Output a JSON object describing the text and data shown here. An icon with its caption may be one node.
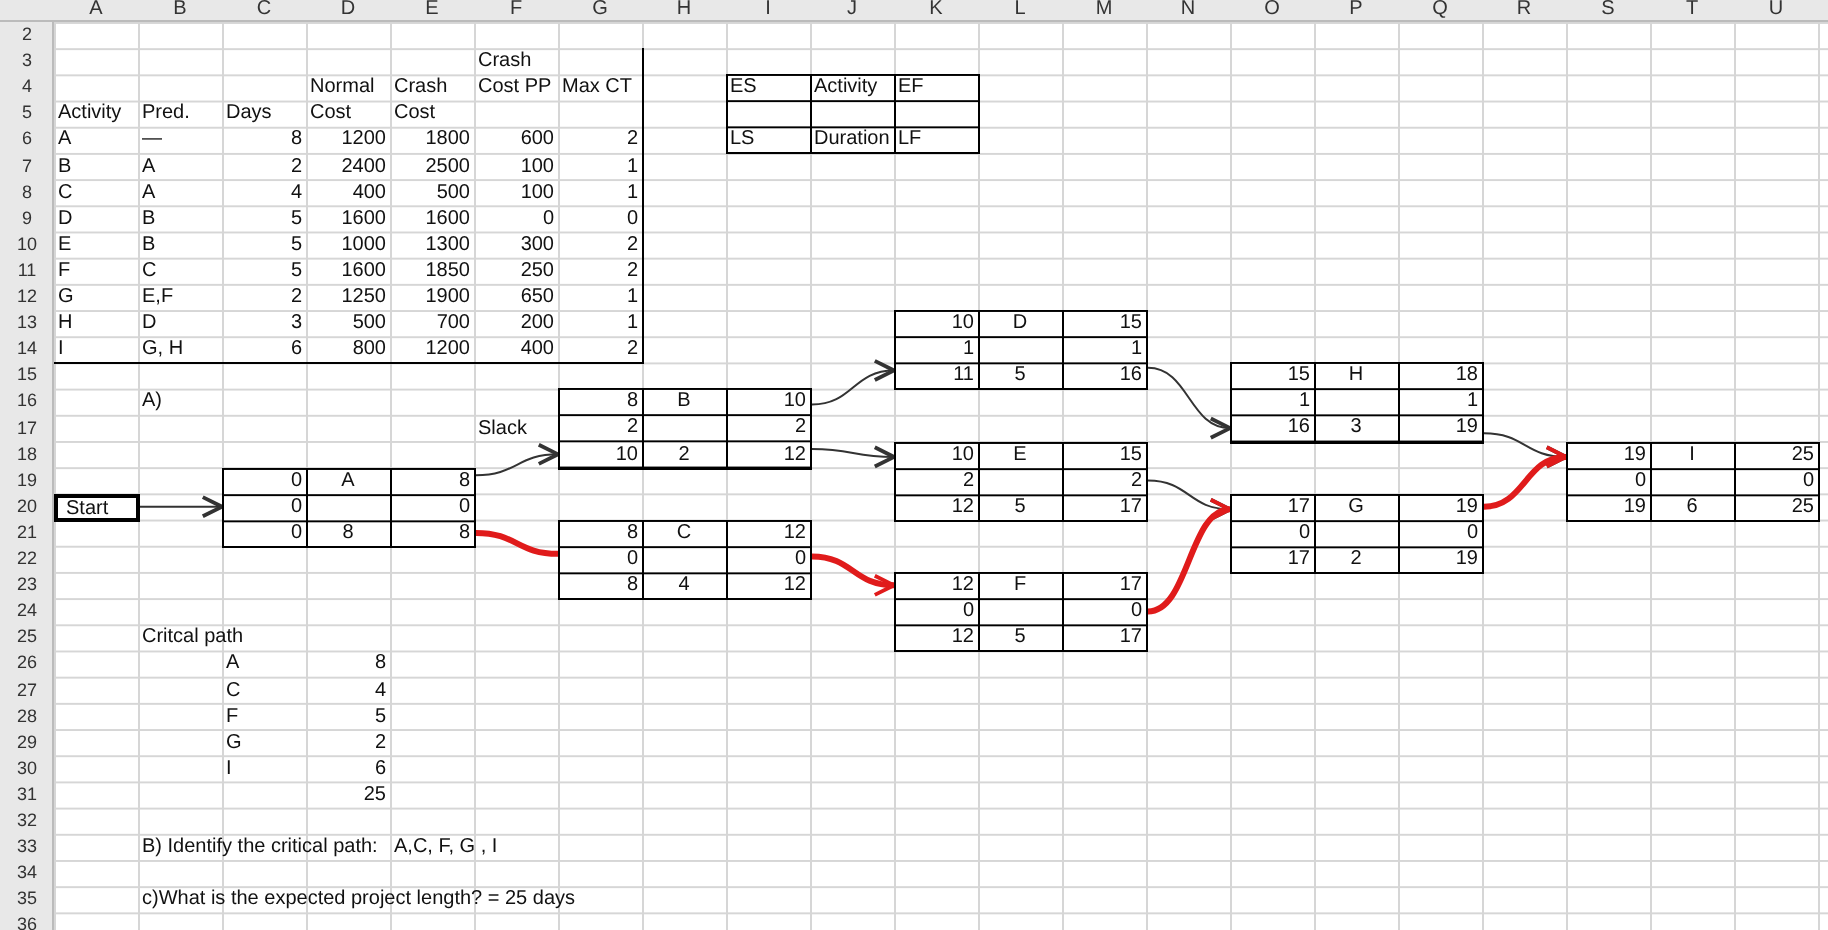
{
  "diagram": {
    "nodes": [
      {
        "text": [
          "ES",
          "Activity",
          "EF",
          "LS",
          "Duration",
          "LF"
        ]
      },
      {
        "text": [
          "Start"
        ]
      },
      {
        "text": [
          "0",
          "A",
          "8",
          "0",
          "0",
          "0",
          "8",
          "8"
        ]
      },
      {
        "text": [
          "8",
          "B",
          "10",
          "2",
          "2",
          "10",
          "2",
          "12"
        ]
      },
      {
        "text": [
          "8",
          "C",
          "12",
          "0",
          "0",
          "8",
          "4",
          "12"
        ]
      },
      {
        "text": [
          "10",
          "D",
          "15",
          "1",
          "1",
          "11",
          "5",
          "16"
        ]
      },
      {
        "text": [
          "10",
          "E",
          "15",
          "2",
          "2",
          "12",
          "5",
          "17"
        ]
      },
      {
        "text": [
          "12",
          "F",
          "17",
          "0",
          "0",
          "12",
          "5",
          "17"
        ]
      },
      {
        "text": [
          "15",
          "H",
          "18",
          "1",
          "1",
          "16",
          "3",
          "19"
        ]
      },
      {
        "text": [
          "17",
          "G",
          "19",
          "0",
          "0",
          "17",
          "2",
          "19"
        ]
      },
      {
        "text": [
          "19",
          "I",
          "25",
          "0",
          "0",
          "19",
          "6",
          "25"
        ]
      }
    ],
    "edges": [
      {
        "from": 1,
        "to": 2,
        "arrow": "to"
      },
      {
        "from": 2,
        "to": 3,
        "arrow": "to"
      },
      {
        "from": 2,
        "to": 4,
        "arrow": "none",
        "style": "thick",
        "color": "#e01b1b"
      },
      {
        "from": 3,
        "to": 5,
        "arrow": "to"
      },
      {
        "from": 3,
        "to": 6,
        "arrow": "to"
      },
      {
        "from": 4,
        "to": 7,
        "arrow": "to",
        "style": "thick",
        "color": "#e01b1b"
      },
      {
        "from": 5,
        "to": 8,
        "arrow": "to"
      },
      {
        "from": 6,
        "to": 9,
        "arrow": "to"
      },
      {
        "from": 7,
        "to": 9,
        "arrow": "to",
        "style": "thick",
        "color": "#e01b1b"
      },
      {
        "from": 8,
        "to": 10,
        "arrow": "to"
      },
      {
        "from": 9,
        "to": 10,
        "arrow": "to",
        "style": "thick",
        "color": "#e01b1b"
      }
    ],
    "labels": [
      "A",
      "B",
      "C",
      "D",
      "E",
      "F",
      "G",
      "H",
      "I",
      "J",
      "K",
      "L",
      "M",
      "N",
      "O",
      "P",
      "Q",
      "R",
      "S",
      "T",
      "U",
      "2",
      "3",
      "4",
      "5",
      "6",
      "7",
      "8",
      "9",
      "10",
      "11",
      "12",
      "13",
      "14",
      "15",
      "16",
      "17",
      "18",
      "19",
      "20",
      "21",
      "22",
      "23",
      "24",
      "25",
      "26",
      "27",
      "28",
      "29",
      "30",
      "31",
      "32",
      "33",
      "34",
      "35",
      "36",
      "Crash",
      "Normal",
      "Crash",
      "Cost PP",
      "Max CT",
      "Activity",
      "Pred.",
      "Days",
      "Cost",
      "Cost",
      "A",
      "—",
      "8",
      "1200",
      "1800",
      "600",
      "2",
      "B",
      "A",
      "2",
      "2400",
      "2500",
      "100",
      "1",
      "C",
      "A",
      "4",
      "400",
      "500",
      "100",
      "1",
      "D",
      "B",
      "5",
      "1600",
      "1600",
      "0",
      "0",
      "E",
      "B",
      "5",
      "1000",
      "1300",
      "300",
      "2",
      "F",
      "C",
      "5",
      "1600",
      "1850",
      "250",
      "2",
      "G",
      "E,F",
      "2",
      "1250",
      "1900",
      "650",
      "1",
      "H",
      "D",
      "3",
      "500",
      "700",
      "200",
      "1",
      "I",
      "G, H",
      "6",
      "800",
      "1200",
      "400",
      "2",
      "A)",
      "Slack",
      "Critcal path",
      "A",
      "8",
      "C",
      "4",
      "F",
      "5",
      "G",
      "2",
      "I",
      "6",
      "25",
      "B) Identify the critical path:",
      "A,C, F, G , I",
      "c)What is the expected project length?  = 25  days"
    ]
  }
}
